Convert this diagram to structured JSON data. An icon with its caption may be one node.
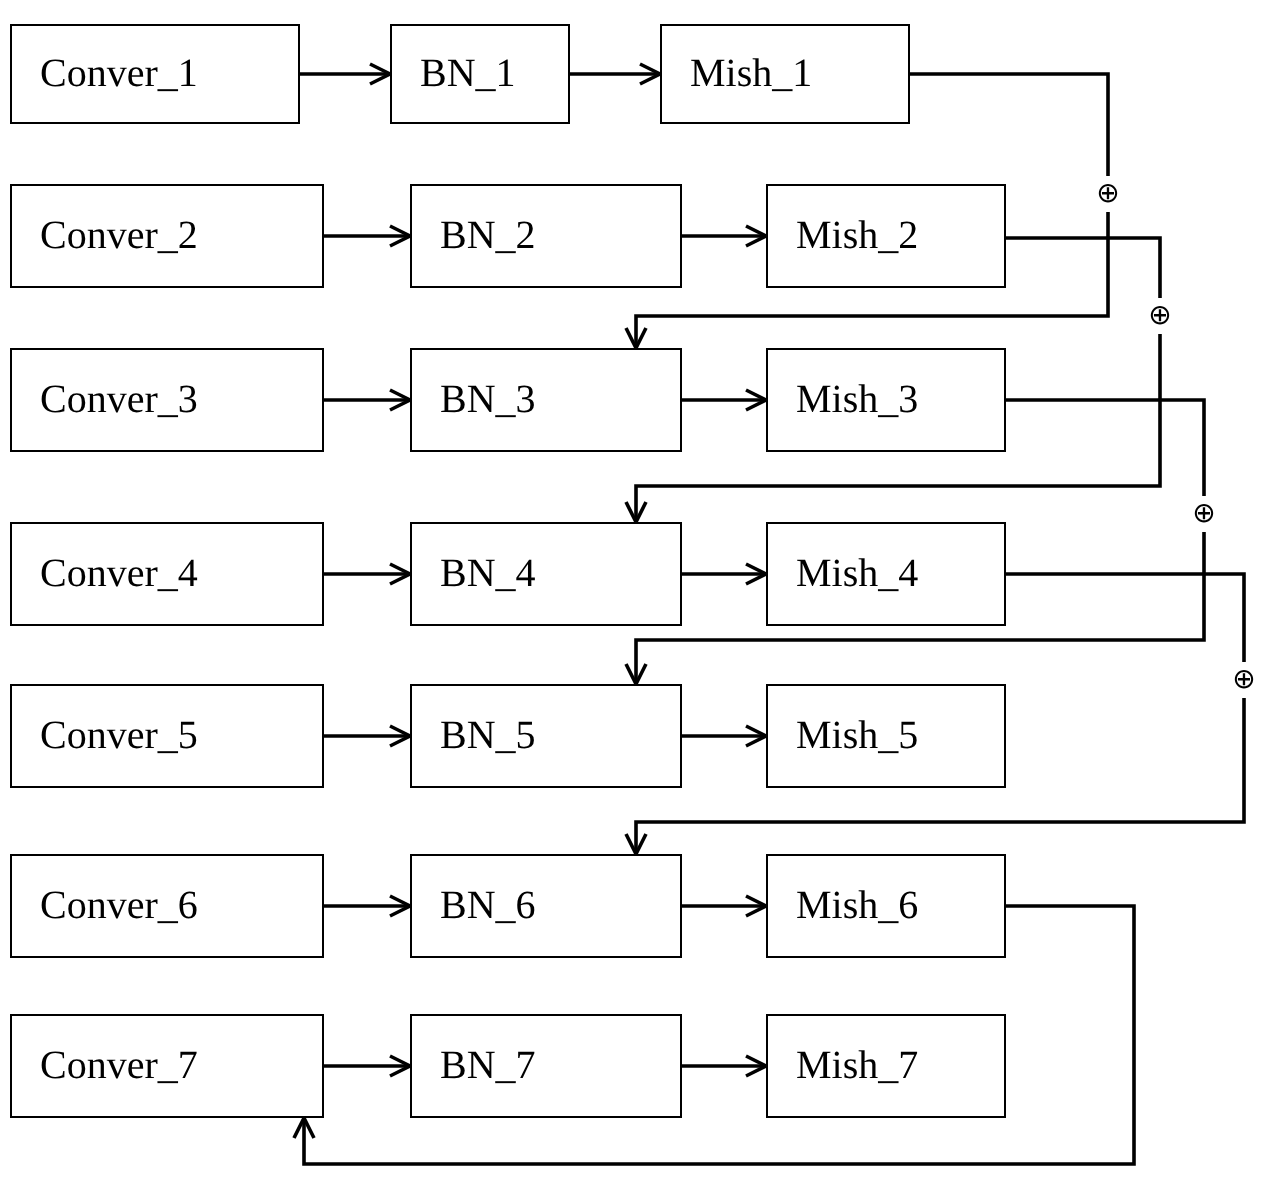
{
  "diagram": {
    "nodes": [
      {
        "text": [
          "Conver_1"
        ]
      },
      {
        "text": [
          "BN_1"
        ]
      },
      {
        "text": [
          "Mish_1"
        ]
      },
      {
        "text": [
          "Conver_2"
        ]
      },
      {
        "text": [
          "BN_2"
        ]
      },
      {
        "text": [
          "Mish_2"
        ]
      },
      {
        "text": [
          "Conver_3"
        ]
      },
      {
        "text": [
          "BN_3"
        ]
      },
      {
        "text": [
          "Mish_3"
        ]
      },
      {
        "text": [
          "Conver_4"
        ]
      },
      {
        "text": [
          "BN_4"
        ]
      },
      {
        "text": [
          "Mish_4"
        ]
      },
      {
        "text": [
          "Conver_5"
        ]
      },
      {
        "text": [
          "BN_5"
        ]
      },
      {
        "text": [
          "Mish_5"
        ]
      },
      {
        "text": [
          "Conver_6"
        ]
      },
      {
        "text": [
          "BN_6"
        ]
      },
      {
        "text": [
          "Mish_6"
        ]
      },
      {
        "text": [
          "Conver_7"
        ]
      },
      {
        "text": [
          "BN_7"
        ]
      },
      {
        "text": [
          "Mish_7"
        ]
      },
      {
        "text": [
          "⊕"
        ]
      },
      {
        "text": [
          "⊕"
        ]
      },
      {
        "text": [
          "⊕"
        ]
      },
      {
        "text": [
          "⊕"
        ]
      }
    ],
    "edges": [
      {
        "from": 0,
        "to": 1,
        "arrow": "to"
      },
      {
        "from": 1,
        "to": 2,
        "arrow": "to"
      },
      {
        "from": 3,
        "to": 4,
        "arrow": "to"
      },
      {
        "from": 4,
        "to": 5,
        "arrow": "to"
      },
      {
        "from": 6,
        "to": 7,
        "arrow": "to"
      },
      {
        "from": 7,
        "to": 8,
        "arrow": "to"
      },
      {
        "from": 9,
        "to": 10,
        "arrow": "to"
      },
      {
        "from": 10,
        "to": 11,
        "arrow": "to"
      },
      {
        "from": 12,
        "to": 13,
        "arrow": "to"
      },
      {
        "from": 13,
        "to": 14,
        "arrow": "to"
      },
      {
        "from": 15,
        "to": 16,
        "arrow": "to"
      },
      {
        "from": 16,
        "to": 17,
        "arrow": "to"
      },
      {
        "from": 18,
        "to": 19,
        "arrow": "to"
      },
      {
        "from": 19,
        "to": 20,
        "arrow": "to"
      },
      {
        "from": 2,
        "to": 21,
        "arrow": "none"
      },
      {
        "from": 21,
        "to": 7,
        "arrow": "to"
      },
      {
        "from": 5,
        "to": 22,
        "arrow": "none"
      },
      {
        "from": 22,
        "to": 10,
        "arrow": "to"
      },
      {
        "from": 8,
        "to": 23,
        "arrow": "none"
      },
      {
        "from": 23,
        "to": 13,
        "arrow": "to"
      },
      {
        "from": 11,
        "to": 24,
        "arrow": "none"
      },
      {
        "from": 24,
        "to": 16,
        "arrow": "to"
      },
      {
        "from": 17,
        "to": 18,
        "arrow": "to"
      }
    ]
  }
}
